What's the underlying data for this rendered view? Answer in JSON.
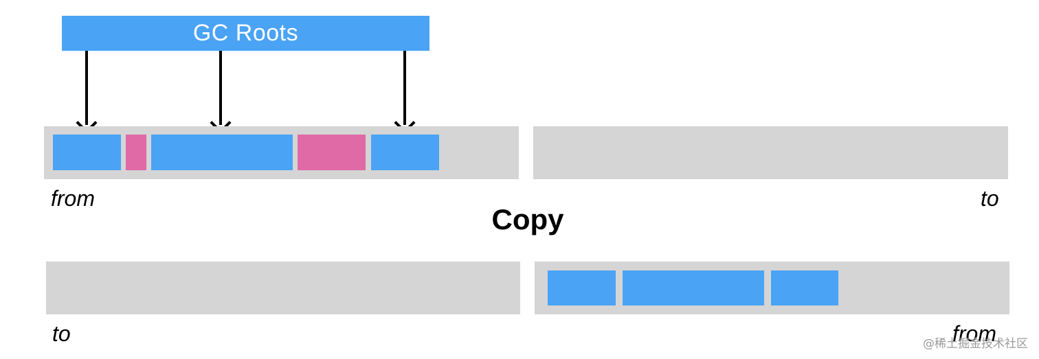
{
  "gc_roots": {
    "label": "GC Roots"
  },
  "top_row": {
    "left_space_label": "from",
    "right_space_label": "to"
  },
  "action": {
    "label": "Copy"
  },
  "bottom_row": {
    "left_space_label": "to",
    "right_space_label": "from"
  },
  "legend_colors": {
    "live_object": "#4aa3f5",
    "dead_object": "#df6aa6",
    "memory_space": "#d5d5d5"
  },
  "watermark": "@稀土掘金技术社区"
}
